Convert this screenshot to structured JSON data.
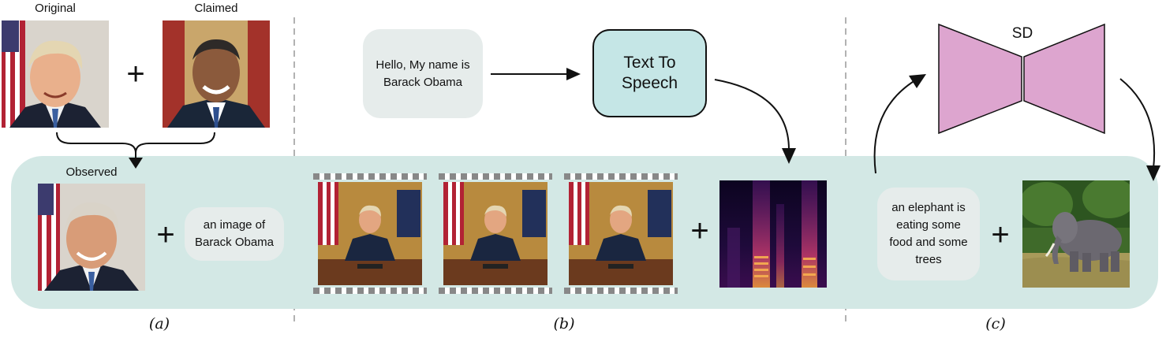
{
  "panel_a": {
    "original_label": "Original",
    "claimed_label": "Claimed",
    "observed_label": "Observed",
    "plus": "+",
    "text_prompt": "an image of\nBarack Obama",
    "caption": "(a)"
  },
  "panel_b": {
    "input_text": "Hello, My name is\nBarack Obama",
    "tts_label": "Text To\nSpeech",
    "plus": "+",
    "caption": "(b)"
  },
  "panel_c": {
    "model_label": "SD",
    "text_prompt": "an elephant is\neating some\nfood and some\ntrees",
    "plus": "+",
    "caption": "(c)"
  },
  "colors": {
    "band": "#d3e8e5",
    "bubble": "#e6eceb",
    "tts_box": "#c5e6e6",
    "sd_model": "#dda5cf",
    "arrow": "#111111",
    "divider": "#999999"
  },
  "icons": [
    "original-face-photo",
    "claimed-face-photo",
    "observed-face-photo",
    "video-frame-photo",
    "spectrogram-image",
    "elephant-image"
  ]
}
